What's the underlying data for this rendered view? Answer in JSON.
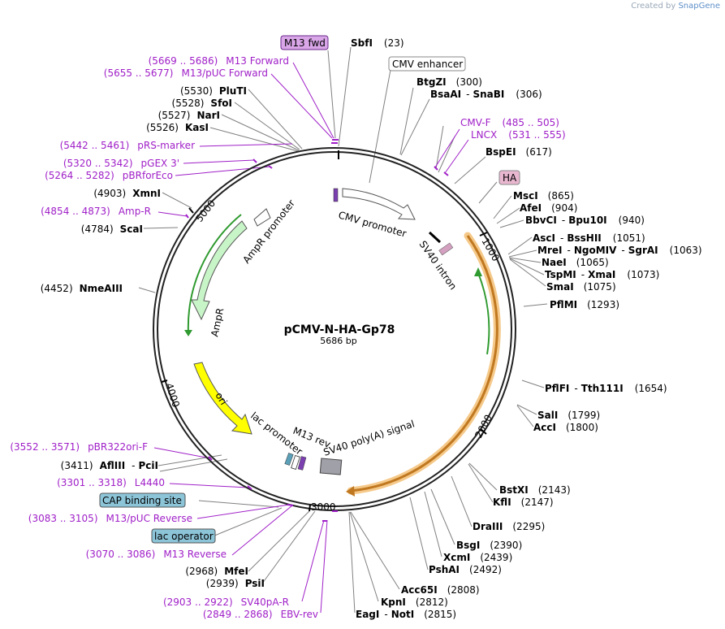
{
  "brand": {
    "prefix": "Created by",
    "name": "SnapGene"
  },
  "map": {
    "name": "pCMV-N-HA-Gp78",
    "length_text": "5686 bp",
    "length_bp": 5686,
    "tick_labels": [
      "1000",
      "2000",
      "3000",
      "4000",
      "5000"
    ],
    "colors": {
      "enzyme": "#000000",
      "primer": "#a020c8",
      "line": "#808080"
    }
  },
  "features": {
    "cmv_promoter": "CMV promoter",
    "sv40_intron": "SV40 intron",
    "ampr_promoter": "AmpR promoter",
    "ampr": "AmpR",
    "ori": "ori",
    "lac_promoter": "lac promoter",
    "m13_rev": "M13 rev",
    "sv40_polya": "SV40 poly(A) signal"
  },
  "boxed": {
    "m13_fwd": "M13 fwd",
    "cmv_enhancer": "CMV enhancer",
    "ha": "HA",
    "cap_site": "CAP binding site",
    "lac_operator": "lac operator"
  },
  "enzymes": [
    {
      "name": "SbfI",
      "pos": "(23)"
    },
    {
      "name": "BtgZI",
      "pos": "(300)"
    },
    {
      "name": "BsaAI",
      "sep": "-",
      "name2": "SnaBI",
      "pos": "(306)"
    },
    {
      "name": "BspEI",
      "pos": "(617)"
    },
    {
      "name": "MscI",
      "pos": "(865)"
    },
    {
      "name": "AfeI",
      "pos": "(904)"
    },
    {
      "name": "BbvCI",
      "sep": "-",
      "name2": "Bpu10I",
      "pos": "(940)"
    },
    {
      "name": "AscI",
      "sep": "-",
      "name2": "BssHII",
      "pos": "(1051)"
    },
    {
      "name": "MreI",
      "sep": "-",
      "name2": "NgoMIV",
      "sep2": "-",
      "name3": "SgrAI",
      "pos": "(1063)"
    },
    {
      "name": "NaeI",
      "pos": "(1065)"
    },
    {
      "name": "TspMI",
      "sep": "-",
      "name2": "XmaI",
      "pos": "(1073)"
    },
    {
      "name": "SmaI",
      "pos": "(1075)"
    },
    {
      "name": "PflMI",
      "pos": "(1293)"
    },
    {
      "name": "PflFI",
      "sep": "-",
      "name2": "Tth111I",
      "pos": "(1654)"
    },
    {
      "name": "SalI",
      "pos": "(1799)"
    },
    {
      "name": "AccI",
      "pos": "(1800)"
    },
    {
      "name": "BstXI",
      "pos": "(2143)"
    },
    {
      "name": "KflI",
      "pos": "(2147)"
    },
    {
      "name": "DraIII",
      "pos": "(2295)"
    },
    {
      "name": "BsgI",
      "pos": "(2390)"
    },
    {
      "name": "XcmI",
      "pos": "(2439)"
    },
    {
      "name": "PshAI",
      "pos": "(2492)"
    },
    {
      "name": "Acc65I",
      "pos": "(2808)"
    },
    {
      "name": "KpnI",
      "pos": "(2812)"
    },
    {
      "name": "EagI",
      "sep": "-",
      "name2": "NotI",
      "pos": "(2815)"
    },
    {
      "name": "PsiI",
      "pos": "(2939)"
    },
    {
      "name": "MfeI",
      "pos": "(2968)"
    },
    {
      "name": "AflIII",
      "sep": "-",
      "name2": "PciI",
      "pos": "(3411)"
    },
    {
      "name": "NmeAIII",
      "pos": "(4452)"
    },
    {
      "name": "ScaI",
      "pos": "(4784)"
    },
    {
      "name": "XmnI",
      "pos": "(4903)"
    },
    {
      "name": "KasI",
      "pos": "(5526)"
    },
    {
      "name": "NarI",
      "pos": "(5527)"
    },
    {
      "name": "SfoI",
      "pos": "(5528)"
    },
    {
      "name": "PluTI",
      "pos": "(5530)"
    }
  ],
  "primers": [
    {
      "range": "(5669 .. 5686)",
      "name": "M13 Forward"
    },
    {
      "range": "(5655 .. 5677)",
      "name": "M13/pUC Forward"
    },
    {
      "range": "(5442 .. 5461)",
      "name": "pRS-marker"
    },
    {
      "range": "(5320 .. 5342)",
      "name": "pGEX 3'"
    },
    {
      "range": "(5264 .. 5282)",
      "name": "pBRforEco"
    },
    {
      "range": "(4854 .. 4873)",
      "name": "Amp-R"
    },
    {
      "range": "(485 .. 505)",
      "name": "CMV-F"
    },
    {
      "range": "(531 .. 555)",
      "name": "LNCX"
    },
    {
      "range": "(3552 .. 3571)",
      "name": "pBR322ori-F"
    },
    {
      "range": "(3301 .. 3318)",
      "name": "L4440"
    },
    {
      "range": "(3083 .. 3105)",
      "name": "M13/pUC Reverse"
    },
    {
      "range": "(3070 .. 3086)",
      "name": "M13 Reverse"
    },
    {
      "range": "(2903 .. 2922)",
      "name": "SV40pA-R"
    },
    {
      "range": "(2849 .. 2868)",
      "name": "EBV-rev"
    }
  ]
}
